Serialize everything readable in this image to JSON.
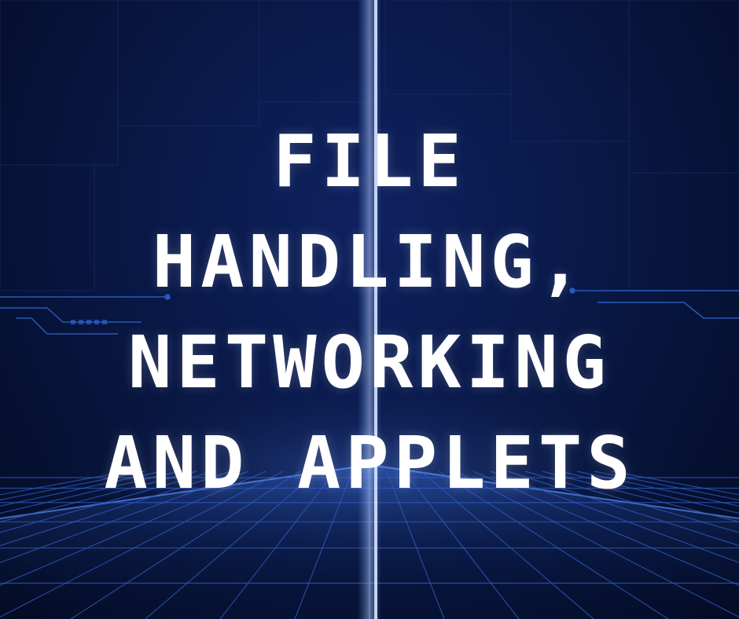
{
  "poster": {
    "title_lines": [
      "FILE",
      "HANDLING,",
      "NETWORKING",
      "AND APPLETS"
    ]
  },
  "colors": {
    "background_dark": "#050b26",
    "background_mid": "#0a1a4c",
    "grid_line": "#2f5bbf",
    "glow": "#6fa0ff",
    "text": "#ffffff"
  }
}
